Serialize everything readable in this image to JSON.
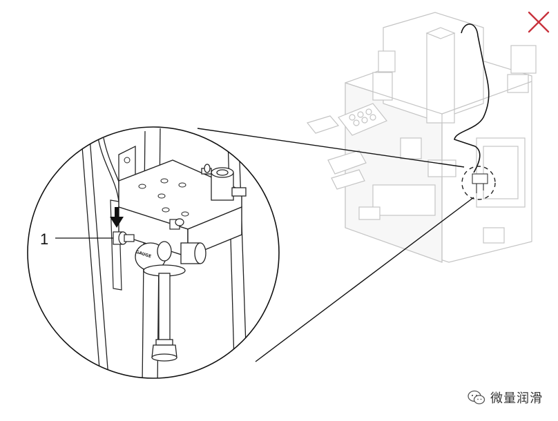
{
  "callout": {
    "number": "1"
  },
  "gauge": {
    "label": "GAUGE"
  },
  "watermark": {
    "text": "微量润滑"
  },
  "colors": {
    "close_icon": "#c8323c",
    "line": "#1a1a1a",
    "ghost": "#b8b8b8"
  },
  "icons": {
    "close": "close-icon",
    "wechat": "wechat-icon"
  }
}
